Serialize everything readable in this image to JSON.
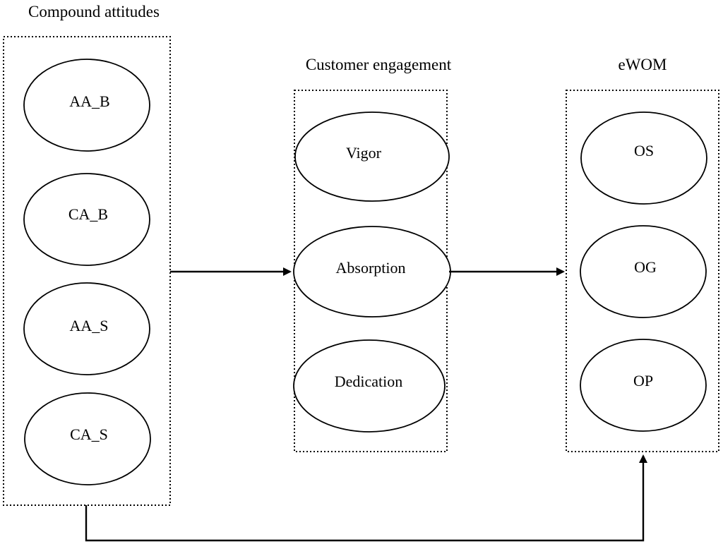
{
  "groups": {
    "compound": {
      "title": "Compound attitudes",
      "nodes": [
        "AA_B",
        "CA_B",
        "AA_S",
        "CA_S"
      ]
    },
    "engagement": {
      "title": "Customer engagement",
      "nodes": [
        "Vigor",
        "Absorption",
        "Dedication"
      ]
    },
    "ewom": {
      "title": "eWOM",
      "nodes": [
        "OS",
        "OG",
        "OP"
      ]
    }
  },
  "edges": [
    {
      "from": "Compound attitudes",
      "to": "Customer engagement"
    },
    {
      "from": "Customer engagement",
      "to": "eWOM"
    },
    {
      "from": "Compound attitudes",
      "to": "eWOM"
    }
  ]
}
